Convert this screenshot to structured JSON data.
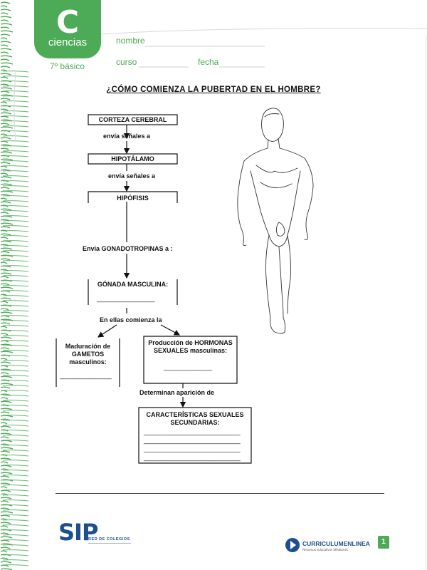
{
  "header": {
    "subject_letter": "C",
    "subject": "ciencias",
    "grade": "7º básico",
    "field_name": "nombre",
    "field_course": "curso",
    "field_date": "fecha"
  },
  "title": "¿CÓMO COMIENZA LA PUBERTAD EN EL HOMBRE?",
  "diagram": {
    "box1": "CORTEZA CEREBRAL",
    "link1": "envía señales a",
    "box2": "HIPOTÁLAMO",
    "link2": "envía señales a",
    "box3": "HIPÓFISIS",
    "link3": "Envía GONADOTROPINAS a :",
    "box4": "GÓNADA MASCULINA:",
    "box4_blank": "__________________",
    "link4": "En ellas comienza la",
    "box5": "Maduración de GAMETOS masculinos:",
    "box5_blank": "________________",
    "box6": "Producción de HORMONAS SEXUALES masculinas:",
    "box6_blank": "_______________",
    "link5": "Determinan aparición de",
    "box7": "CARACTERÍSTICAS SEXUALES SECUNDARIAS:",
    "box7_lines": [
      "______________________________",
      "______________________________",
      "______________________________",
      "______________________________"
    ]
  },
  "footer": {
    "sip_logo": "SIP",
    "sip_sub": "RED DE COLEGIOS",
    "curriculum_logo": "CURRICULUMENLINEA",
    "curriculum_sub": "Recursos Educativos MINEDUC",
    "page_number": "1"
  },
  "colors": {
    "accent": "#4daa57",
    "brand_blue": "#1d4f8f"
  }
}
